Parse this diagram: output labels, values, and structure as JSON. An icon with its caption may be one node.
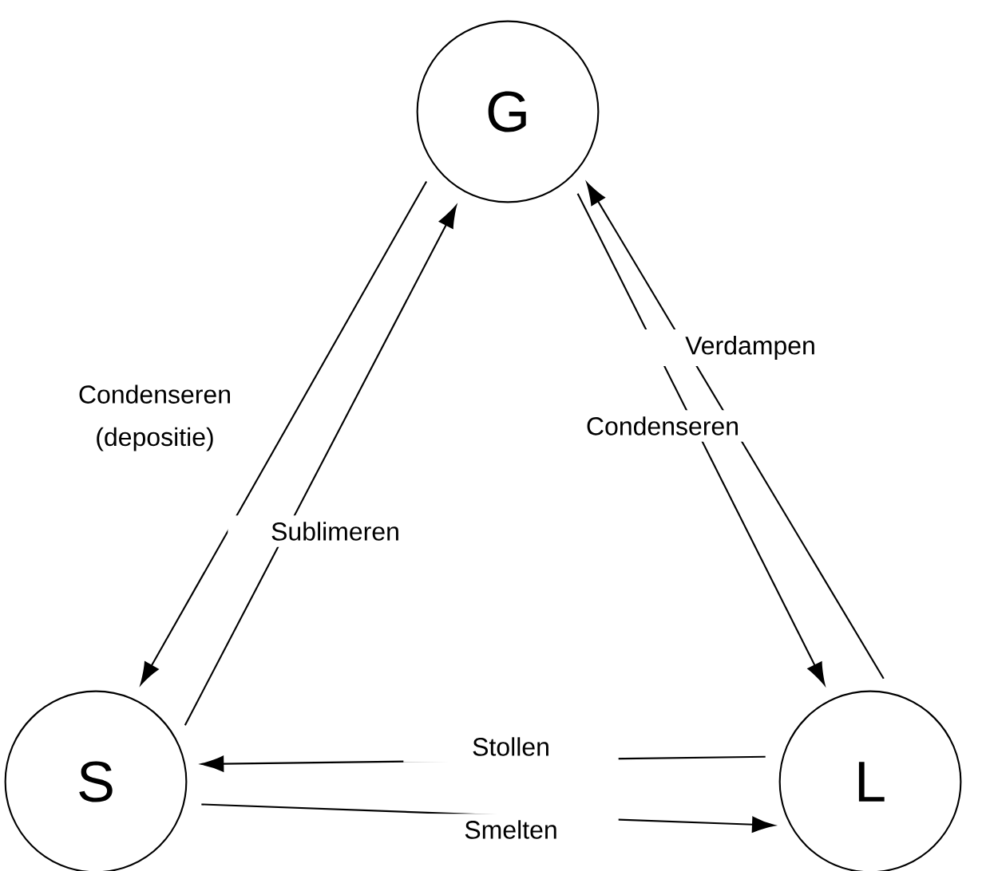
{
  "diagram": {
    "nodes": [
      {
        "text": [
          "G"
        ]
      },
      {
        "text": [
          "S"
        ]
      },
      {
        "text": [
          "L"
        ]
      }
    ],
    "edges": [
      {
        "from": 1,
        "to": 0,
        "arrow": "to",
        "label": "Sublimeren"
      },
      {
        "from": 0,
        "to": 1,
        "arrow": "to",
        "label": "Condenseren (depositie)"
      },
      {
        "from": 0,
        "to": 2,
        "arrow": "to",
        "label": "Condenseren"
      },
      {
        "from": 2,
        "to": 0,
        "arrow": "to",
        "label": "Verdampen"
      },
      {
        "from": 2,
        "to": 1,
        "arrow": "to",
        "label": "Stollen"
      },
      {
        "from": 1,
        "to": 2,
        "arrow": "to",
        "label": "Smelten"
      }
    ]
  }
}
